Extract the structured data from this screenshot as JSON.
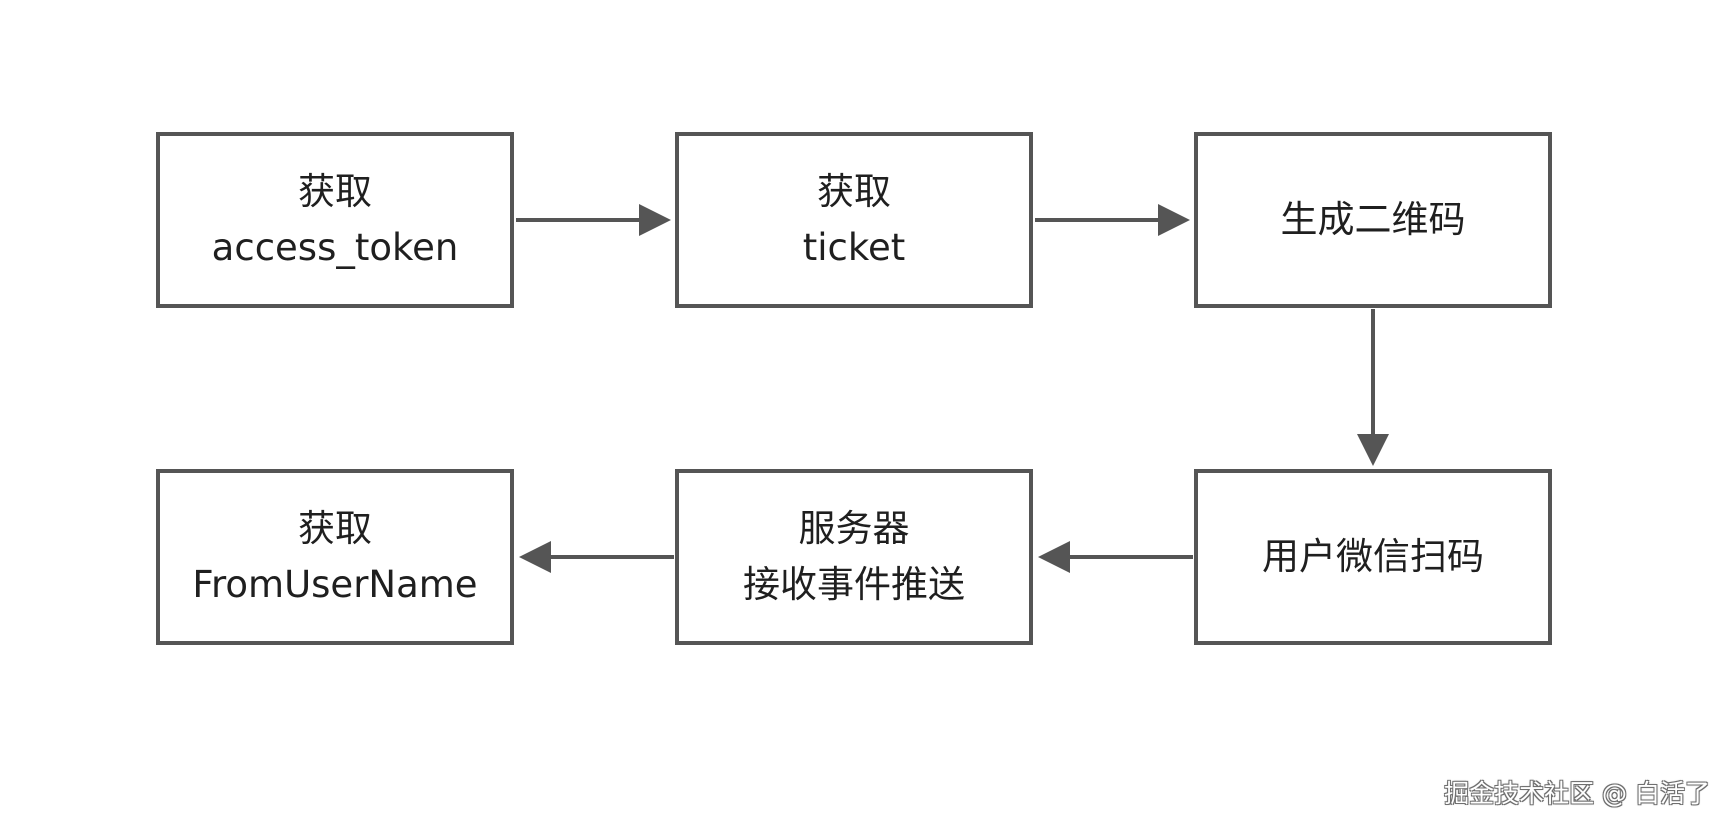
{
  "diagram": {
    "nodes": [
      {
        "id": "get-access-token",
        "lines": [
          "获取",
          "access_token"
        ]
      },
      {
        "id": "get-ticket",
        "lines": [
          "获取",
          "ticket"
        ]
      },
      {
        "id": "generate-qrcode",
        "lines": [
          "生成二维码"
        ]
      },
      {
        "id": "user-wechat-scan",
        "lines": [
          "用户微信扫码"
        ]
      },
      {
        "id": "server-receive-event",
        "lines": [
          "服务器",
          "接收事件推送"
        ]
      },
      {
        "id": "get-fromusername",
        "lines": [
          "获取",
          "FromUserName"
        ]
      }
    ],
    "edges": [
      {
        "from": "get-access-token",
        "to": "get-ticket"
      },
      {
        "from": "get-ticket",
        "to": "generate-qrcode"
      },
      {
        "from": "generate-qrcode",
        "to": "user-wechat-scan"
      },
      {
        "from": "user-wechat-scan",
        "to": "server-receive-event"
      },
      {
        "from": "server-receive-event",
        "to": "get-fromusername"
      }
    ]
  },
  "colors": {
    "stroke": "#555555",
    "text": "#1f1f1f",
    "background": "#ffffff"
  },
  "watermark": {
    "text": "掘金技术社区 @ 白活了"
  }
}
